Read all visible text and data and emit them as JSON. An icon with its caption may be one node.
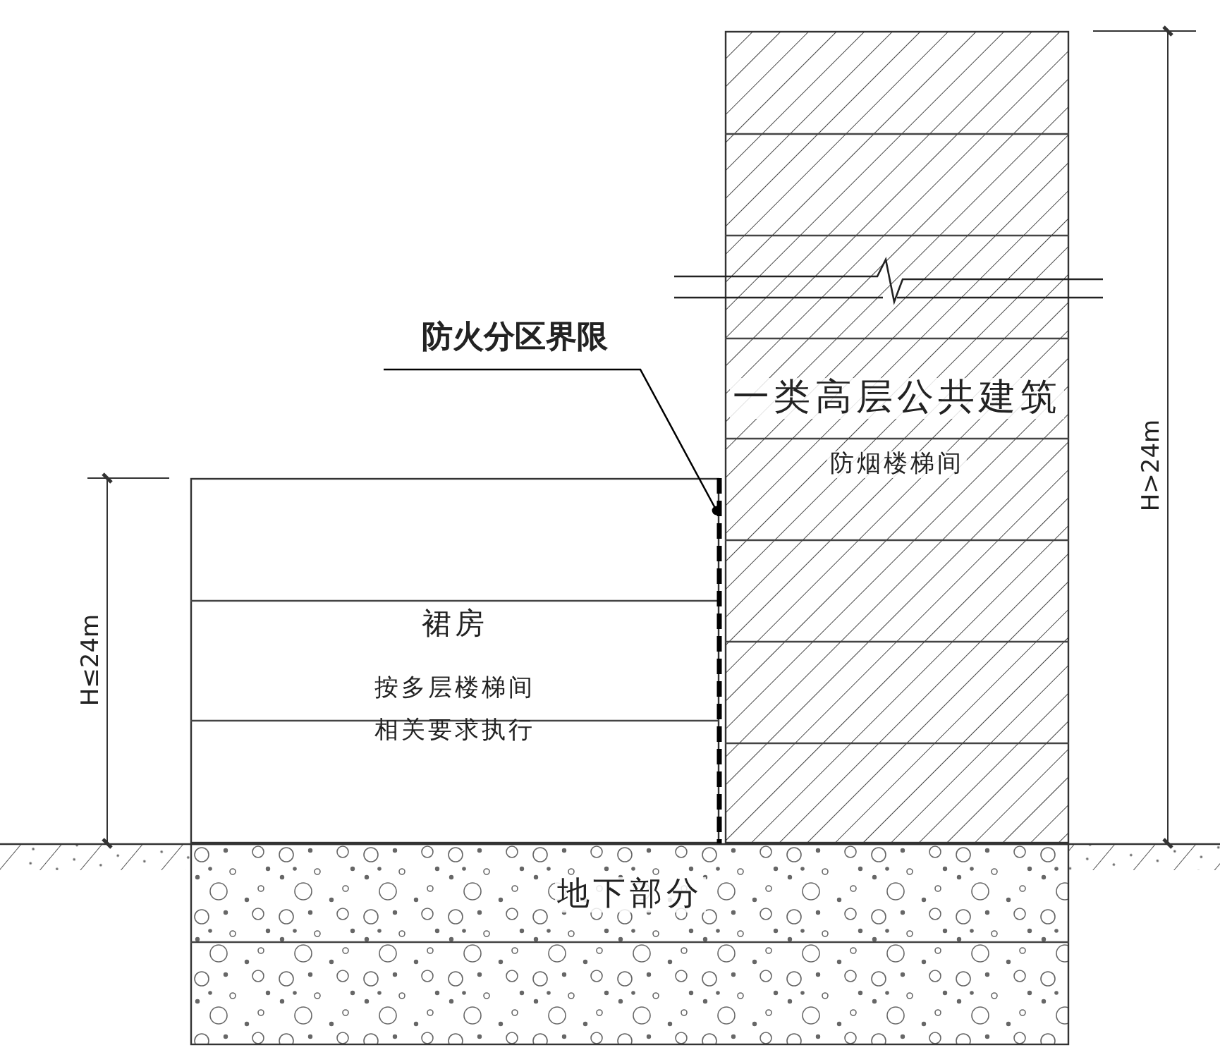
{
  "diagram": {
    "nodes": [
      {
        "text": [
          "一类高层公共建筑",
          "防烟楼梯间"
        ]
      },
      {
        "text": [
          "裙房",
          "按多层楼梯间",
          "相关要求执行"
        ]
      },
      {
        "text": [
          "地下部分"
        ]
      },
      {
        "text": [
          "防火分区界限"
        ]
      },
      {
        "text": [],
        "shape": "line"
      }
    ],
    "edges": [
      {
        "from": 3,
        "to": 4,
        "arrow": "other"
      }
    ],
    "labels": [
      "H≤24m",
      "H>24m"
    ]
  }
}
